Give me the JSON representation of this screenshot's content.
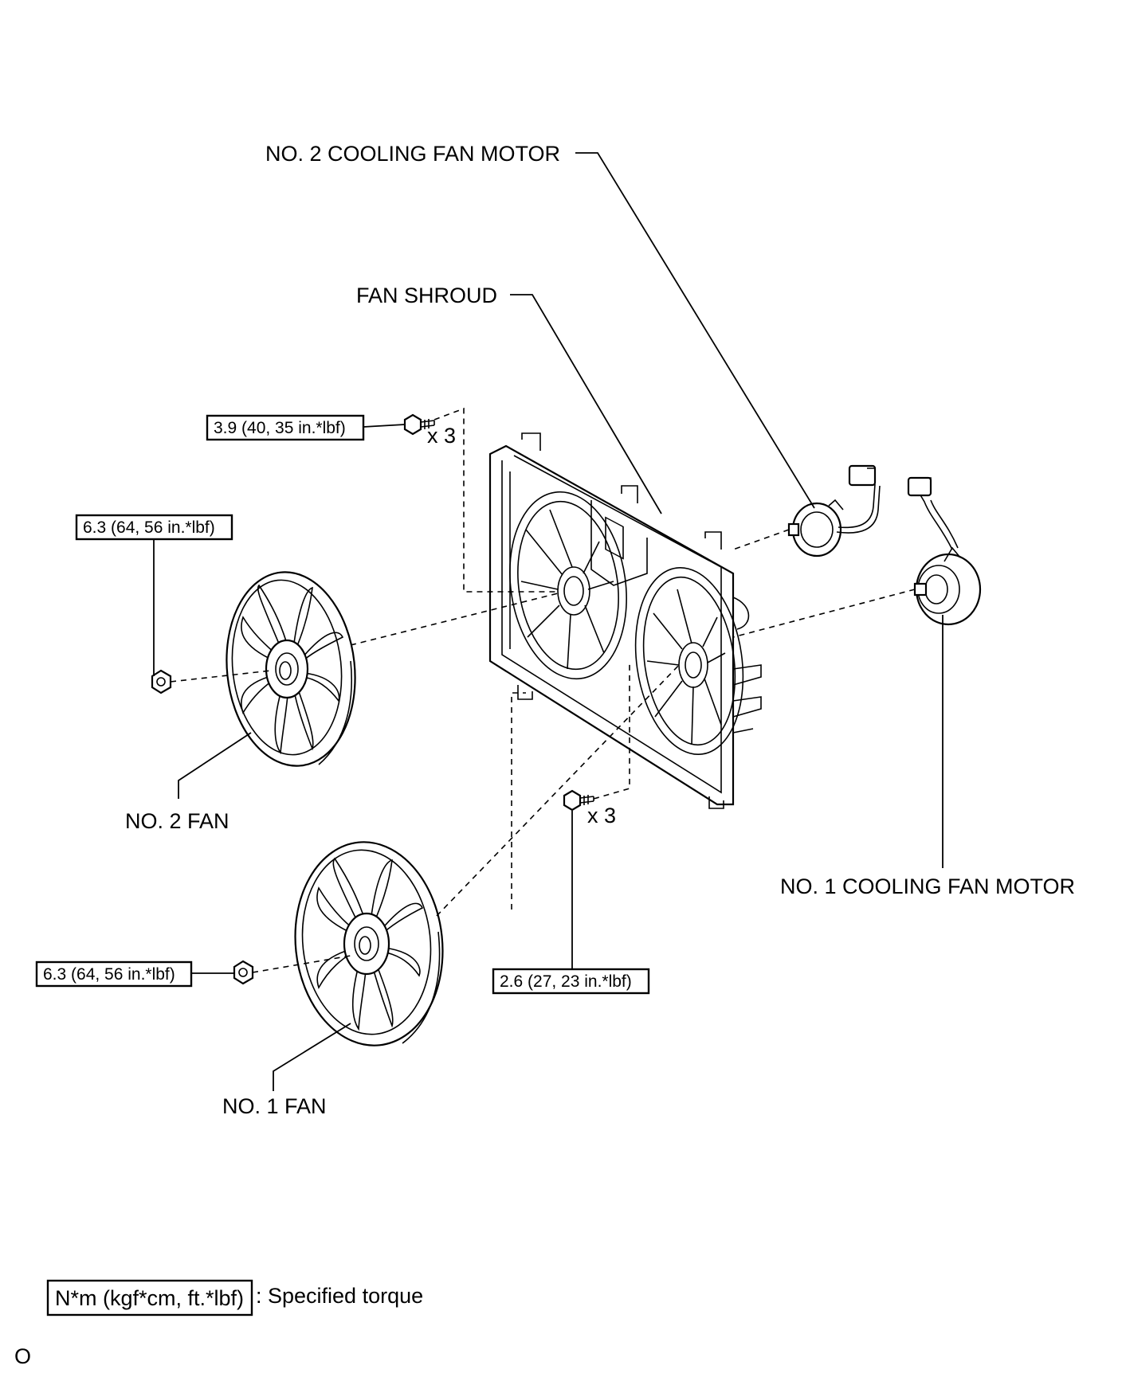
{
  "labels": {
    "motor2": "NO. 2 COOLING FAN MOTOR",
    "shroud": "FAN SHROUD",
    "fan2": "NO. 2 FAN",
    "motor1": "NO. 1 COOLING FAN MOTOR",
    "fan1": "NO. 1 FAN"
  },
  "torques": {
    "shroud_bolt": "3.9 (40, 35 in.*lbf)",
    "fan2_nut": "6.3 (64, 56 in.*lbf)",
    "fan1_nut": "6.3 (64, 56 in.*lbf)",
    "motor_bolt": "2.6 (27, 23 in.*lbf)"
  },
  "quantities": {
    "shroud_bolt": "x 3",
    "motor_bolt": "x 3"
  },
  "legend": {
    "unit": "N*m (kgf*cm, ft.*lbf)",
    "text": ": Specified torque"
  },
  "footer": {
    "code": "O"
  }
}
